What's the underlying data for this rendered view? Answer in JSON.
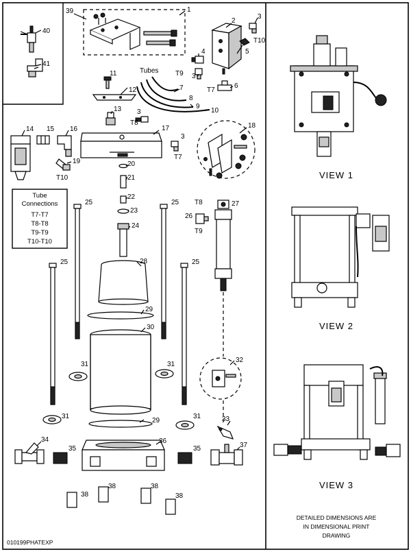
{
  "labels": {
    "n1": "1",
    "n2": "2",
    "n3a": "3",
    "n3b": "3",
    "n3c": "3",
    "n3d": "3",
    "n4": "4",
    "n5": "5",
    "n6": "6",
    "n7": "7",
    "n8": "8",
    "n9": "9",
    "n10": "10",
    "n11": "11",
    "n12": "12",
    "n13": "13",
    "n14": "14",
    "n15": "15",
    "n16": "16",
    "n17": "17",
    "n18": "18",
    "n19": "19",
    "n20": "20",
    "n21": "21",
    "n22": "22",
    "n23": "23",
    "n24": "24",
    "n25a": "25",
    "n25b": "25",
    "n25c": "25",
    "n25d": "25",
    "n26": "26",
    "n27": "27",
    "n28": "28",
    "n29a": "29",
    "n29b": "29",
    "n30": "30",
    "n31a": "31",
    "n31b": "31",
    "n31c": "31",
    "n31d": "31",
    "n32": "32",
    "n33": "33",
    "n34": "34",
    "n35a": "35",
    "n35b": "35",
    "n36": "36",
    "n37": "37",
    "n38a": "38",
    "n38b": "38",
    "n38c": "38",
    "n38d": "38",
    "n39": "39",
    "n40": "40",
    "n41": "41"
  },
  "tags": {
    "t10a": "T10",
    "t9a": "T9",
    "t7a": "T7",
    "t8a": "T8",
    "t7b": "T7",
    "t10b": "T10",
    "t8b": "T8",
    "t9b": "T9"
  },
  "tubes_label": "Tubes",
  "tube_connections": {
    "title_line1": "Tube",
    "title_line2": "Connections",
    "rows": [
      "T7-T7",
      "T8-T8",
      "T9-T9",
      "T10-T10"
    ]
  },
  "views": {
    "view1": "VIEW 1",
    "view2": "VIEW 2",
    "view3": "VIEW 3"
  },
  "note_lines": [
    "DETAILED DIMENSIONS ARE",
    "IN DIMENSIONAL PRINT",
    "DRAWING"
  ],
  "drawing_number": "010199PHATEXP"
}
